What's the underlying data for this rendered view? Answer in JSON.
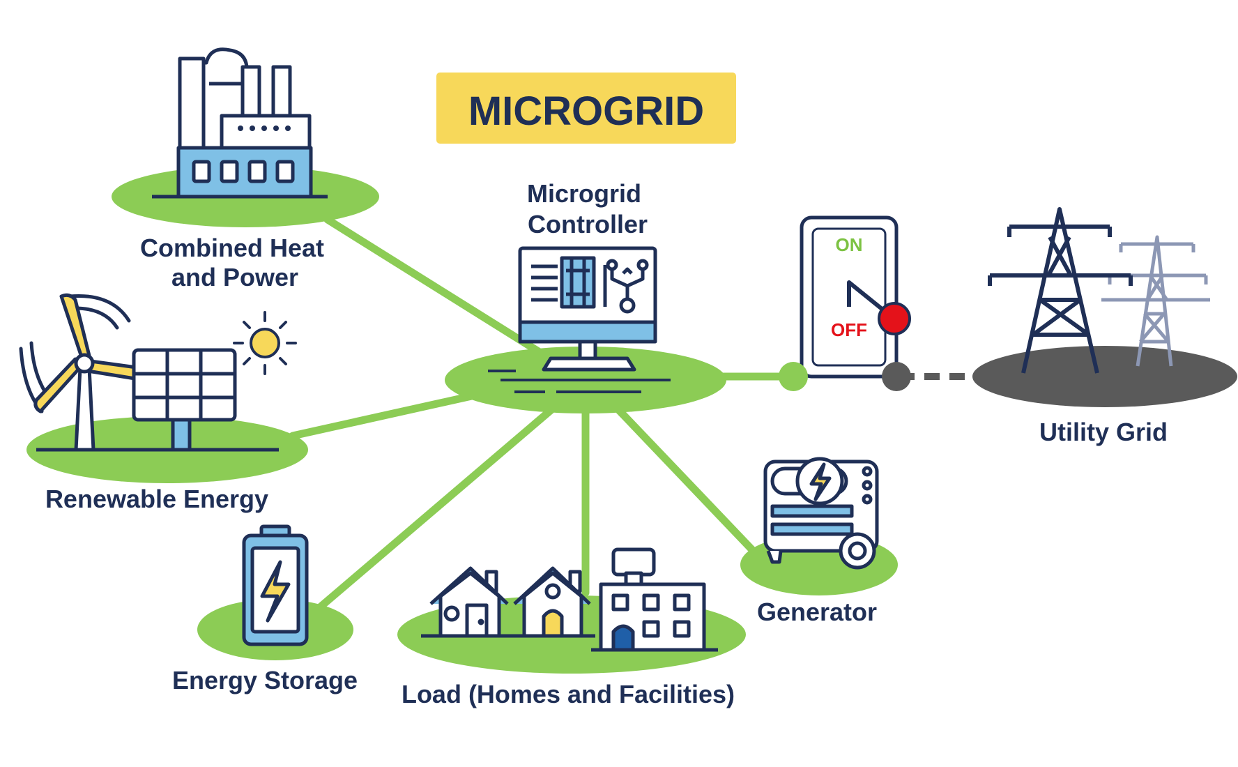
{
  "title": "MICROGRID",
  "controller": {
    "label_line1": "Microgrid",
    "label_line2": "Controller"
  },
  "nodes": {
    "chp": {
      "line1": "Combined Heat",
      "line2": "and Power"
    },
    "renewable": {
      "label": "Renewable Energy"
    },
    "storage": {
      "label": "Energy Storage"
    },
    "load": {
      "label": "Load (Homes and Facilities)"
    },
    "generator": {
      "label": "Generator"
    },
    "utility": {
      "label": "Utility Grid"
    }
  },
  "switch": {
    "on": "ON",
    "off": "OFF"
  },
  "colors": {
    "navy": "#1f2f56",
    "green": "#8ccc55",
    "yellow": "#f7d85a",
    "light_blue": "#7fc0e6",
    "red": "#e4121a",
    "gray": "#5a5a5a",
    "on_green": "#7cc242",
    "off_red": "#e4121a"
  }
}
